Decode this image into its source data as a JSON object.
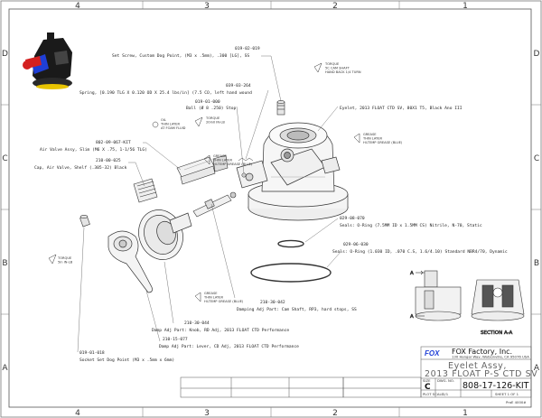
{
  "zones": {
    "top": [
      "4",
      "3",
      "2",
      "1"
    ],
    "side": [
      "D",
      "C",
      "B",
      "A"
    ]
  },
  "callouts": [
    {
      "part": "019-02-019",
      "desc": "Set Screw, Custom Dog Point, (M3 x .5mm), .300 [LG], SS"
    },
    {
      "part": "039-03-264",
      "desc": "Spring, [0.190 TLG X 0.120 OD X 25.4 lbs/in] (7.5 CO, left hand wound"
    },
    {
      "part": "019-01-000",
      "desc": "Ball (Ø 8 .250) Stop"
    },
    {
      "part": "802-09-067-KIT",
      "desc": "Air Valve Assy, Slim (M6 X .75, 1-1/56 TLG)"
    },
    {
      "part": "210-00-025",
      "desc": "Cap, Air Valve, Shelf (.305-32) Black"
    },
    {
      "part": "Eyelet",
      "desc": "Eyelet, 2013 FLOAT CTD SV, 80X1 T5, Black Ano III"
    },
    {
      "part": "029-08-070",
      "desc": "Seals: O-Ring (7.5MM ID x 1.5MM CS) Nitrile, N-70, Static"
    },
    {
      "part": "029-06-030",
      "desc": "Seals: O-Ring (1.030 ID, .070 C.S, 1.6/4.10) Standard NBR4/70, Dynamic"
    },
    {
      "part": "210-30-042",
      "desc": "Damping Adj Part: Cam Shaft, RP3, hard stops, SS"
    },
    {
      "part": "210-30-044",
      "desc": "Damp Adj Part: Knob, RD Adj, 2013 FLOAT CTD Performance"
    },
    {
      "part": "210-15-077",
      "desc": "Damp Adj Part: Lever, CD Adj, 2013 FLOAT CTD Performance"
    },
    {
      "part": "019-01-018",
      "desc": "Socket Set Dog Point (M3 x .5mm x 6mm)"
    }
  ],
  "notes": {
    "torque_top": [
      "TORQUE",
      "5C CAM SHAFT",
      "HAND BACK 1/4 TURN"
    ],
    "oil": [
      "OIL",
      "THIN LAYER",
      "AT FOAM FLUID"
    ],
    "torque_mid": [
      "TORQUE",
      "20in0 IN-LB"
    ],
    "grease_right": [
      "GREASE",
      "THIN LAYER",
      "HI-TEMP GREASE (BLUE)"
    ],
    "grease_mid": [
      "GREASE",
      "THIN LAYER",
      "HI-TEMP GREASE (BLUE)"
    ],
    "torque_left": [
      "TORQUE",
      "5in IN-LB"
    ],
    "grease_bottom": [
      "GREASE",
      "THIN LAYER",
      "HI-TEMP GREASE (BLUE)"
    ]
  },
  "section": {
    "marker": "A",
    "label": "SECTION A-A"
  },
  "title_block": {
    "logo": "FOX",
    "company": "FOX Factory, Inc.",
    "address": "130 Hangar Way, Watsonville, CA 95076 USA",
    "title_line1": "Eyelet Assy,",
    "title_line2": "2013 FLOAT P-S CTD SV",
    "size": "C",
    "dwg_no": "808-17-126-KIT",
    "scale": "2/1",
    "sheet": "SHEET 1 OF 1",
    "scale_label": "PLOT SCALE",
    "size_label": "SIZE",
    "dwg_label": "DWG. NO.",
    "rev": "ProE 4000#"
  },
  "colors": {
    "line": "#333333",
    "part_fill": "#f4f4f4",
    "render_black": "#1a1a1a",
    "render_red": "#d42020",
    "render_blue": "#1f3fd6"
  }
}
